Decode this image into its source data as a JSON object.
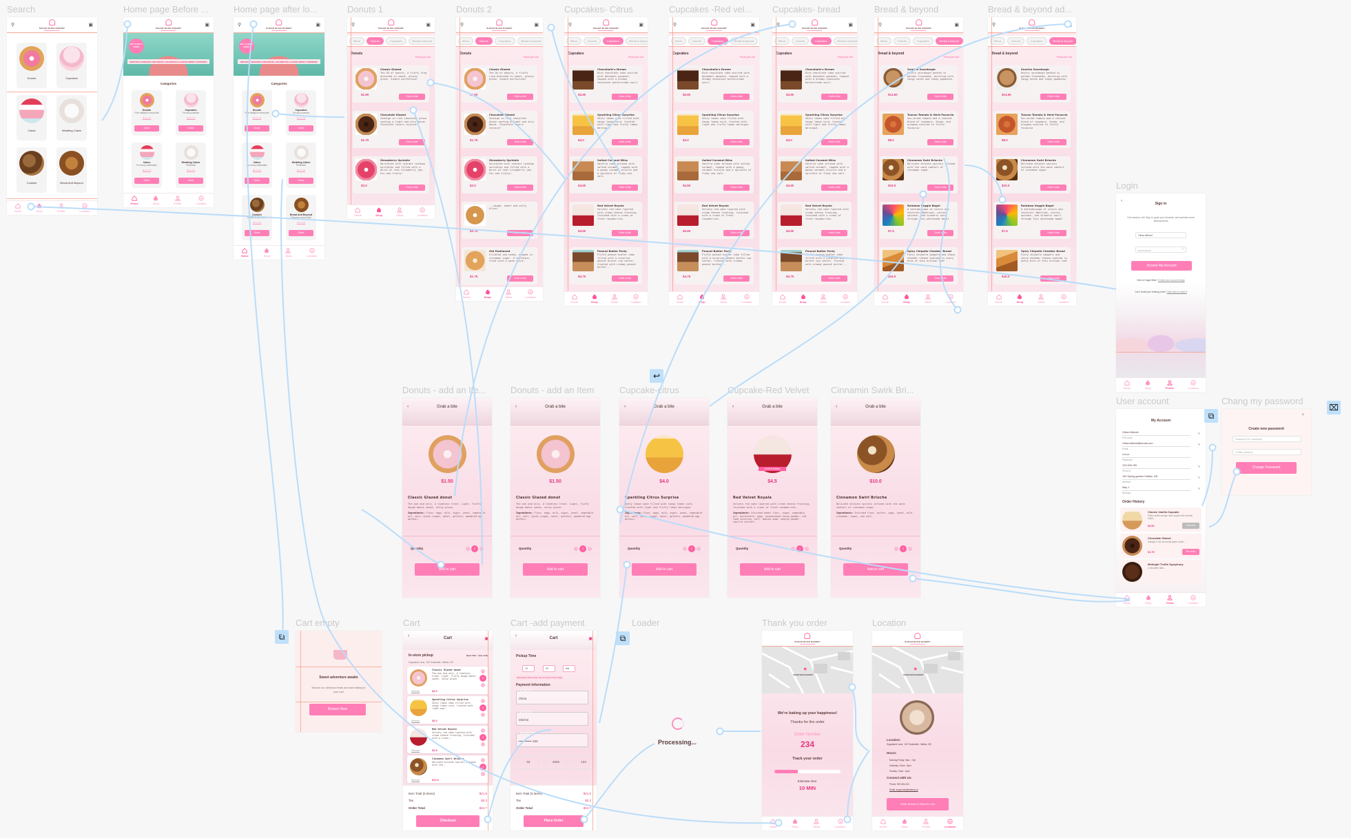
{
  "colors": {
    "accent": "#ff7eb6",
    "price": "#e8357f",
    "connector": "#b9dcf9",
    "guide": "#f6a08c",
    "canvas": "#f7f7f7"
  },
  "brand": {
    "name": "SUGAR BLISS BAKERY"
  },
  "nav": {
    "home": "Home",
    "shop": "Shop",
    "profile": "Profile",
    "olivia": "Olivia",
    "location": "Location"
  },
  "common": {
    "grab": "Grab a bite",
    "prices_note": "Prices per unit",
    "more_info": "More info",
    "order": "Order",
    "quantity": "Quantity",
    "add_to_cart": "Add to cart",
    "remove": "Remove"
  },
  "chips": [
    "Menu",
    "Donuts",
    "Cupcakes",
    "Bread & beyond"
  ],
  "search": {
    "title": "Search",
    "tiles": [
      {
        "label": "Donuts",
        "image": "donut-assort"
      },
      {
        "label": "Cupcakes",
        "image": "pink-cupcake"
      },
      {
        "label": "Cakes",
        "image": "cake"
      },
      {
        "label": "Wedding Cakes",
        "image": "wedding-cake"
      },
      {
        "label": "Cookies",
        "image": "cookies"
      },
      {
        "label": "Bread And Beyond",
        "image": "bread-assort"
      }
    ]
  },
  "home": {
    "before_title": "Home page Before ...",
    "after_title": "Home page after lo...",
    "promo": "BUY 3 GET 1 FREE!",
    "banner": "BIRTHDAY BONANZA! DECORATE, CELEBRATE & SAVOR SWEET SURPRISE!",
    "categories_title": "Categories",
    "cards": [
      {
        "name": "Donuts",
        "sub": "Pure delight in every bite",
        "image": "donut-assort"
      },
      {
        "name": "Cupcakes",
        "sub": "For any occasion",
        "image": "pink-cupcake"
      },
      {
        "name": "Cakes",
        "sub": "For every celebration",
        "image": "cake"
      },
      {
        "name": "Wedding Cakes",
        "sub": "Perfection",
        "image": "wedding-cake"
      },
      {
        "name": "Cookies",
        "sub": "Baked to perfection",
        "image": "cookies"
      },
      {
        "name": "Bread And Beyond",
        "sub": "Flavors in every slice",
        "image": "bread-assort"
      }
    ]
  },
  "products": {
    "donuts": [
      {
        "name": "Classic Glazed",
        "desc": "The OG of donuts, a fluffy ring drenched in sweet, glossy glaze. Simple perfection!",
        "price": "$1.50",
        "image": "glazed-donut"
      },
      {
        "name": "Chocolate Glazed",
        "desc": "Indulge in rich chocolate glaze coating a light and airy donut. Chocolate lovers rejoice!",
        "price": "$1.75",
        "image": "chocolate-donut"
      },
      {
        "name": "Strawberry Sprinkle",
        "desc": "Sprinkled with vibrant rainbow sprinkles and filled with a burst of real strawberry jam. Fun and fruity!",
        "price": "$2.0",
        "image": "strawberry-donut"
      },
      {
        "name": "",
        "desc": "...dough, sweet and salty bliss!",
        "price": "$2.75",
        "image": "caramel-donut"
      },
      {
        "name": "Old Fashioned",
        "desc": "Crinkled and cakey, dipped in cinnamon sugar. A nostalgic treat with a warm spice.",
        "price": "$1.75",
        "image": "old-fashioned"
      }
    ],
    "cupcakes": [
      {
        "name": "Chocoholic's Dream",
        "desc": "Rich chocolate cake swirled with decadent ganache, topped with a dreamy chocolate buttercream swirl.",
        "price": "$4.50",
        "image": "chocolate-cupcake"
      },
      {
        "name": "Sparkling Citrus Surprise",
        "desc": "Zesty lemon cake filled with tangy lemon curd, frosted with light and fluffy lemon meringue.",
        "price": "$4.0",
        "image": "citrus-cupcake"
      },
      {
        "name": "Salted Caramel Bliss",
        "desc": "Vanilla cake infused with salted caramel, topped with a gooey caramel drizzle and a sprinkle of flaky sea salt.",
        "price": "$4.50",
        "image": "caramel-cupcake"
      },
      {
        "name": "Red Velvet Royale",
        "desc": "Velvety red cake layered with cream cheese frosting, finished with a crown of fresh raspberries.",
        "price": "$4.50",
        "image": "redvelvet-cupcake"
      },
      {
        "name": "Peanut Butter Party",
        "desc": "Fluffy peanut butter cake filled with a surprise peanut butter cup center, frosted with creamy peanut butter...",
        "price": "$4.75",
        "image": "pb-cupcake"
      }
    ],
    "bread": [
      {
        "name": "Sunrise Sourdough",
        "desc": "Rustic sourdough bathed in golden flaxseeds, bursting with tangy notes and chewy goodness.",
        "price": "$14.50",
        "image": "sourdough"
      },
      {
        "name": "Tuscan Tomato & Herb Focaccia",
        "desc": "Sun-dried tomato and a vibrant blend of rosemary, thyme, and oregano nestled in fluffy focaccia",
        "price": "$8.0",
        "image": "focaccia"
      },
      {
        "name": "Cinnamon Swirl Brioche",
        "desc": "Delicate brioche spirals infused with the warm comfort of cinnamon sugar",
        "price": "$10.0",
        "image": "brioche"
      },
      {
        "name": "Rainbow Veggie Bagel",
        "desc": "A kaleidoscope of colors and textures! Beetroot, carrot, spinach, and turmeric swirl through this wholesome bagel",
        "price": "$7.5",
        "image": "rainbow-bagel"
      },
      {
        "name": "Spicy Chipotle Cheddar Bread",
        "desc": "Fiery chipotle peppers and sharp cheddar cheese explode in every bite of this artisan loaf",
        "price": "$15.0",
        "image": "cheddar-bread"
      }
    ]
  },
  "lists": [
    {
      "title": "Donuts 1",
      "section": "Donuts",
      "category": "donuts",
      "count": 3,
      "active_chip": 1
    },
    {
      "title": "Donuts 2",
      "section": "Donuts",
      "category": "donuts",
      "count": 5,
      "active_chip": 1
    },
    {
      "title": "Cupcakes- Citrus",
      "section": "Cupcakes",
      "category": "cupcakes",
      "count": 5,
      "active_chip": 2
    },
    {
      "title": "Cupcakes -Red vel...",
      "section": "Cupcakes",
      "category": "cupcakes",
      "count": 5,
      "active_chip": 2
    },
    {
      "title": "Cupcakes- bread",
      "section": "Cupcakes",
      "category": "cupcakes",
      "count": 5,
      "active_chip": 2
    },
    {
      "title": "Bread & beyond",
      "section": "Bread & beyond",
      "category": "bread",
      "count": 5,
      "active_chip": 3
    },
    {
      "title": "Bread & beyond ad...",
      "section": "Bread & beyond",
      "category": "bread",
      "count": 5,
      "active_chip": 3
    }
  ],
  "details": [
    {
      "title": "Donuts - add an Ite...",
      "price": "$1.50",
      "name": "Classic Glazed donut",
      "desc": "The one and only. A timeless treat. Light, fluffy dough meets sweet, shiny glaze.",
      "ingredients_label": "Ingredients:",
      "ingredients": "Flour, eggs, milk, sugar, yeast, vegetable oil, salt, glaze (sugar, water, gelatin, powdered egg whites).",
      "qty": "2",
      "image": "glazed-donut"
    },
    {
      "title": "Donuts - add an Item",
      "price": "$1.50",
      "name": "Classic Glazed donut",
      "desc": "The one and only. A timeless treat. Light, fluffy dough meets sweet, shiny glaze.",
      "ingredients_label": "Ingredients:",
      "ingredients": "Flour, eggs, milk, sugar, yeast, vegetable oil, salt, glaze (sugar, water, gelatin, powdered egg whites).",
      "qty": "1",
      "image": "glazed-donut"
    },
    {
      "title": "Cupcake-citrus",
      "price": "$4.0",
      "name": "Sparkling Citrus Surprise",
      "desc": "Zesty lemon cake filled with tangy lemon curd, frosted with light and fluffy lemon meringue.",
      "ingredients_label": "Ingredients:",
      "ingredients": "Flour, eggs, milk, sugar, yeast, vegetable oil, salt, glaze (sugar, water, gelatin, powdered egg whites).",
      "qty": "1",
      "image": "citrus-cupcake"
    },
    {
      "title": "Cupcake-Red Velvet",
      "price": "$4.5",
      "name": "Red Velvet Royale",
      "badge": "Limited Edition",
      "desc": "Velvety red cake layered with cream cheese frosting, finished with a crown of fresh raspberries.",
      "ingredients_label": "Ingredients:",
      "ingredients": "Enriched wheat flour, sugar, vegetable oil, buttermilk, eggs, unsweetened cocoa powder, red food coloring, salt, baking soda, baking powder, vanilla extract.",
      "qty": "1",
      "image": "redvelvet-cupcake"
    },
    {
      "title": "Cinnamin Swirk Bri...",
      "price": "$10.0",
      "name": "Cinnamon Swirl Brioche",
      "desc": "Delicate brioche spirals infused with the warm comfort of cinnamon sugar.",
      "ingredients_label": "Ingredients:",
      "ingredients": "Enriched flour, butter, eggs, yeast, milk, cinnamon, sugar, sea salt.",
      "qty": "1",
      "image": "brioche"
    }
  ],
  "login": {
    "title": "Login",
    "heading": "Sign in",
    "intro": "Get ready to roll! Sign in, grab your rewards, and sprinkle some deliciousness",
    "username": "Olivia Mitchel",
    "password": "••••••••",
    "submit": "Access My Account",
    "new_q": "New to Sugar Bliss?",
    "new_link": "Create your account today",
    "reset_q": "Can't recall your frosting code?",
    "reset_link": "Click here to reset it"
  },
  "account": {
    "title": "User account",
    "heading": "My Account",
    "fields": [
      {
        "value": "Olivia Mitchell",
        "label": "Full name"
      },
      {
        "value": "Olivia.Mitchell@email.com",
        "label": "Email"
      },
      {
        "value": "••••••••",
        "label": "Password"
      },
      {
        "value": "123.456.789",
        "label": "Phone #"
      },
      {
        "value": "100 Spring garden Halifax, NS",
        "label": "Address"
      },
      {
        "value": "May 1",
        "label": "Birthday"
      }
    ],
    "history_title": "Order History",
    "history": [
      {
        "name": "Classic Vanilla Cupcake",
        "desc": "Fluffy vanilla sponge cake topped with smooth butter...",
        "price": "$3.50",
        "action": "Sold Out",
        "image": "vanilla-cupcake"
      },
      {
        "name": "Chocolate Glazed",
        "desc": "Indulge in rich chocolate glaze coatin...",
        "price": "$1.75",
        "action": "Re-order",
        "image": "chocolate-donut"
      },
      {
        "name": "Midnight Truffle Symphony",
        "desc": "A decadent dark...",
        "price": "",
        "action": "",
        "image": "truffle"
      }
    ]
  },
  "change_password": {
    "title": "Chang my password",
    "heading": "Create new password",
    "new_placeholder": "Password (8-12 characters)",
    "confirm_placeholder": "Confirm password",
    "submit": "Change Password"
  },
  "cart_empty": {
    "title": "Cart empty",
    "heading": "Sweet adventure awaits",
    "text": "Browse our delicious treats and start adding to your cart",
    "button": "Browse Now"
  },
  "cart": {
    "title": "Cart",
    "heading": "Cart",
    "pickup": "In-store pickup",
    "hours": "Open 9am - 7pm today",
    "address": "Sugarland Lane, 100 Treatsville, Halifax, NS",
    "items": [
      {
        "name": "Classic Glazed donut",
        "desc": "The one and only. A timeless treat. Light, fluffy dough meets sweet, shiny glaze.",
        "qty": "2",
        "price": "$3.0",
        "image": "glazed-donut"
      },
      {
        "name": "Sparkling Citrus Surprise",
        "desc": "Zesty lemon cake filled with tangy lemon curd, frosted with light and...",
        "qty": "1",
        "price": "$4.0",
        "image": "citrus-cupcake"
      },
      {
        "name": "Red Velvet Royale",
        "desc": "Velvety red cake layered with cream cheese frosting, finished with a crown...",
        "qty": "1",
        "price": "$4.5",
        "image": "redvelvet-cupcake"
      },
      {
        "name": "Cinnamon Swirl Brioche",
        "desc": "Delicate brioche spirals infused with the...",
        "qty": "1",
        "price": "$10.0",
        "image": "brioche"
      }
    ],
    "item_total_label": "Item Total (5 items)",
    "item_total": "$21.5",
    "tax_label": "Tax",
    "tax": "$3.2",
    "order_total_label": "Order Total",
    "order_total": "$24.7",
    "checkout": "Checkout"
  },
  "payment": {
    "title": "Cart -add payment",
    "heading": "Cart",
    "pickup_time": "Pickup Time",
    "hour": "10",
    "minute": "00",
    "ampm": "AM",
    "notice": "Same-Day Orders Only: Get your items fresh today!",
    "section": "Payment Information",
    "first_label": "First name",
    "first": "Olivia",
    "last_label": "Last name",
    "last": "Mitchel",
    "card_label": "Card number",
    "card": "•••••••••••• 456",
    "month": "04",
    "year": "2025",
    "cvv": "123",
    "place": "Place Order"
  },
  "loader": {
    "title": "Loader",
    "text": "Processing..."
  },
  "thanks": {
    "title": "Thank you order",
    "map_label": "SUGAR BLISS BAKERY",
    "headline": "We're baking up your happiness!",
    "sub": "Thanks for the order",
    "order_label": "Order Number",
    "order_number": "234",
    "track": "Track your order",
    "progress": 0.35,
    "estimate_label": "Estimate time:",
    "estimate": "10 MIN"
  },
  "location": {
    "title": "Location",
    "map_label": "SUGAR BLISS BAKERY",
    "loc_label": "Location:",
    "address": "Sugarland Lane, 100 Treatsville, Halifax, NS",
    "hours_label": "Hours:",
    "hours": [
      "Monday-Friday: 9am - 7pm",
      "Saturday: 10am - 8pm",
      "Sunday: 11am - 6pm"
    ],
    "connect_label": "Connect with Us:",
    "phone": "Phone: 987-654-321",
    "email": "Email: sugar.bliss@bakery.ca",
    "cta": "Order Ahead & Skip the Line"
  }
}
